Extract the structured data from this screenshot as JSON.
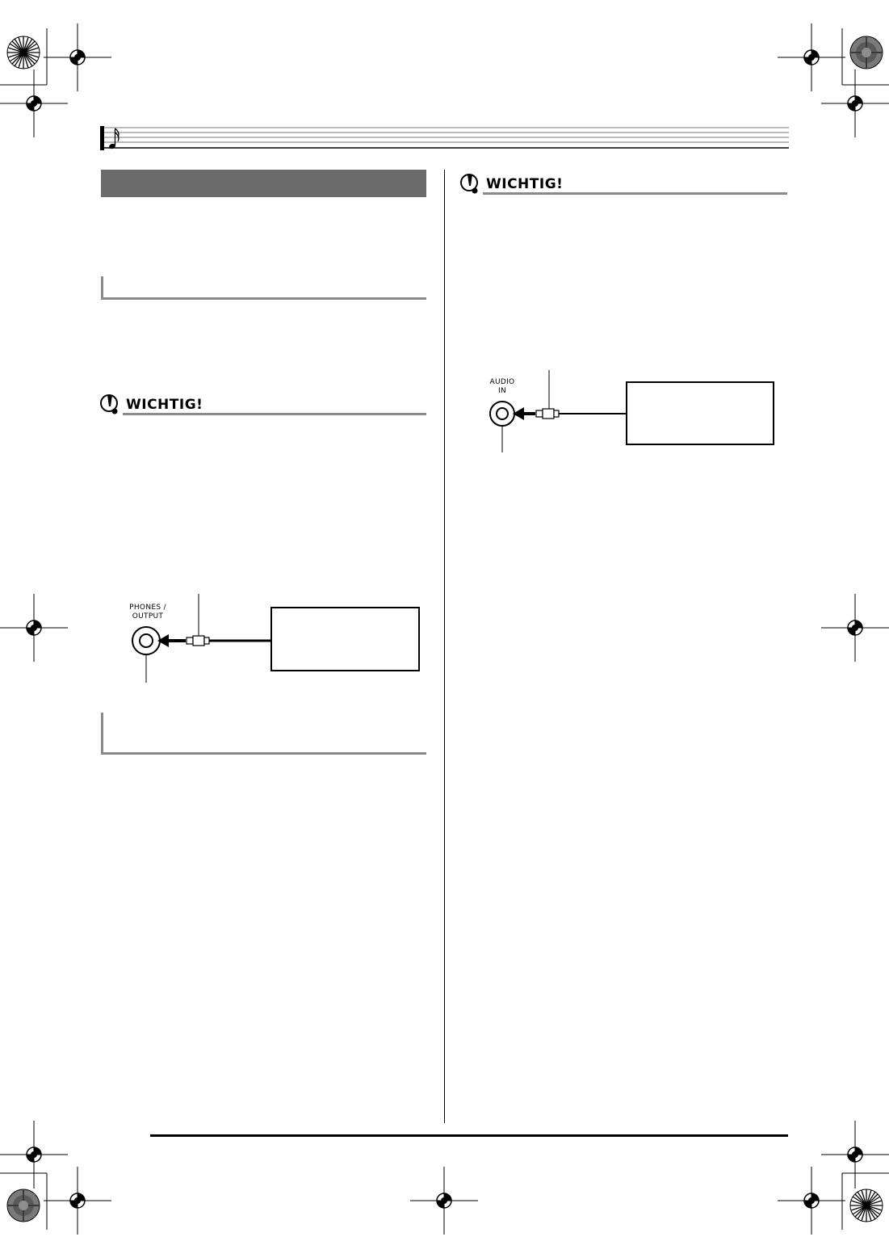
{
  "header": {
    "icon": "music-note-icon"
  },
  "left_column": {
    "section_title": "",
    "subsection_1_title": "",
    "important_1": {
      "label": "WICHTIG!",
      "icon": "exclamation-icon"
    },
    "diagram_1": {
      "port_label": "PHONES /\nOUTPUT",
      "device_text": ""
    },
    "subsection_2_title": ""
  },
  "right_column": {
    "important_2": {
      "label": "WICHTIG!",
      "icon": "exclamation-icon"
    },
    "diagram_2": {
      "port_label": "AUDIO\nIN",
      "device_text": ""
    }
  },
  "colors": {
    "section_bar": "#6b6b6b",
    "rule_gray": "#8a8a8a"
  }
}
